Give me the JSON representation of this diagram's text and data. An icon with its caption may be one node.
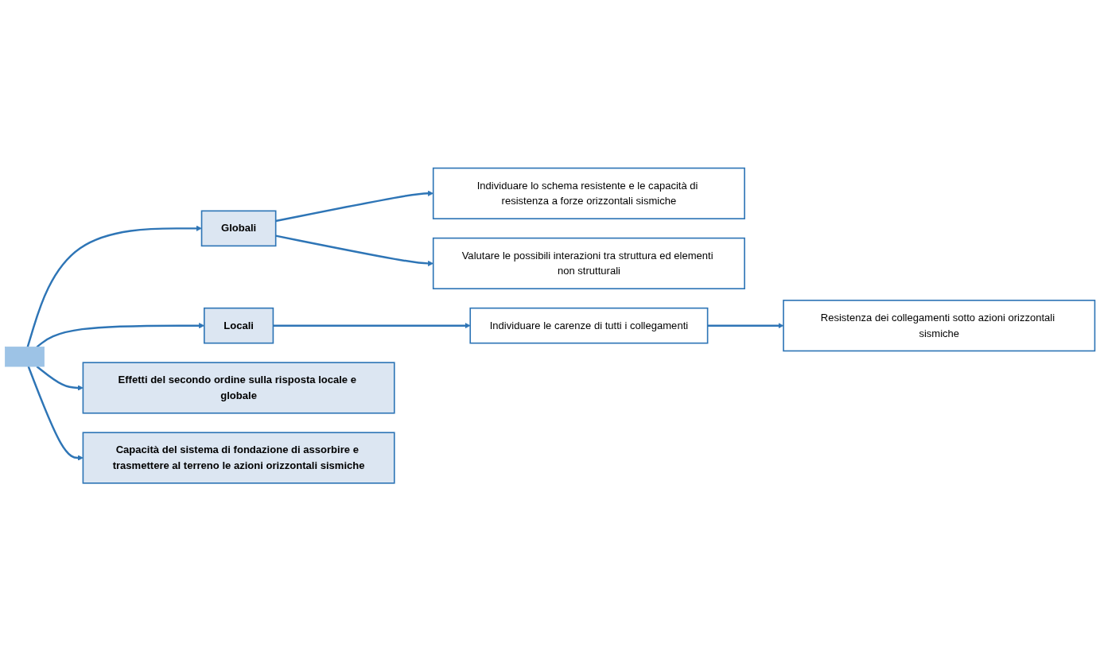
{
  "diagram": {
    "nodes": [
      {
        "text": [],
        "shape": "box"
      },
      {
        "text": [
          "Globali"
        ]
      },
      {
        "text": [
          "Individuare lo schema resistente e le capacità di resistenza a forze orizzontali sismiche"
        ]
      },
      {
        "text": [
          "Valutare le possibili interazioni tra struttura ed elementi non strutturali"
        ]
      },
      {
        "text": [
          "Locali"
        ]
      },
      {
        "text": [
          "Individuare le carenze di tutti i collegamenti"
        ]
      },
      {
        "text": [
          "Resistenza dei collegamenti sotto azioni orizzontali sismiche"
        ]
      },
      {
        "text": [
          "Effetti del secondo ordine sulla risposta locale e globale"
        ]
      },
      {
        "text": [
          "Capacità del sistema di fondazione di assorbire e trasmettere al terreno le azioni orizzontali sismiche"
        ]
      }
    ],
    "edges": [
      {
        "from": 0,
        "to": 1,
        "arrow": "to"
      },
      {
        "from": 0,
        "to": 4,
        "arrow": "to"
      },
      {
        "from": 0,
        "to": 7,
        "arrow": "to"
      },
      {
        "from": 0,
        "to": 8,
        "arrow": "to"
      },
      {
        "from": 1,
        "to": 2,
        "arrow": "to"
      },
      {
        "from": 1,
        "to": 3,
        "arrow": "to"
      },
      {
        "from": 4,
        "to": 5,
        "arrow": "to"
      },
      {
        "from": 5,
        "to": 6,
        "arrow": "to"
      }
    ]
  }
}
